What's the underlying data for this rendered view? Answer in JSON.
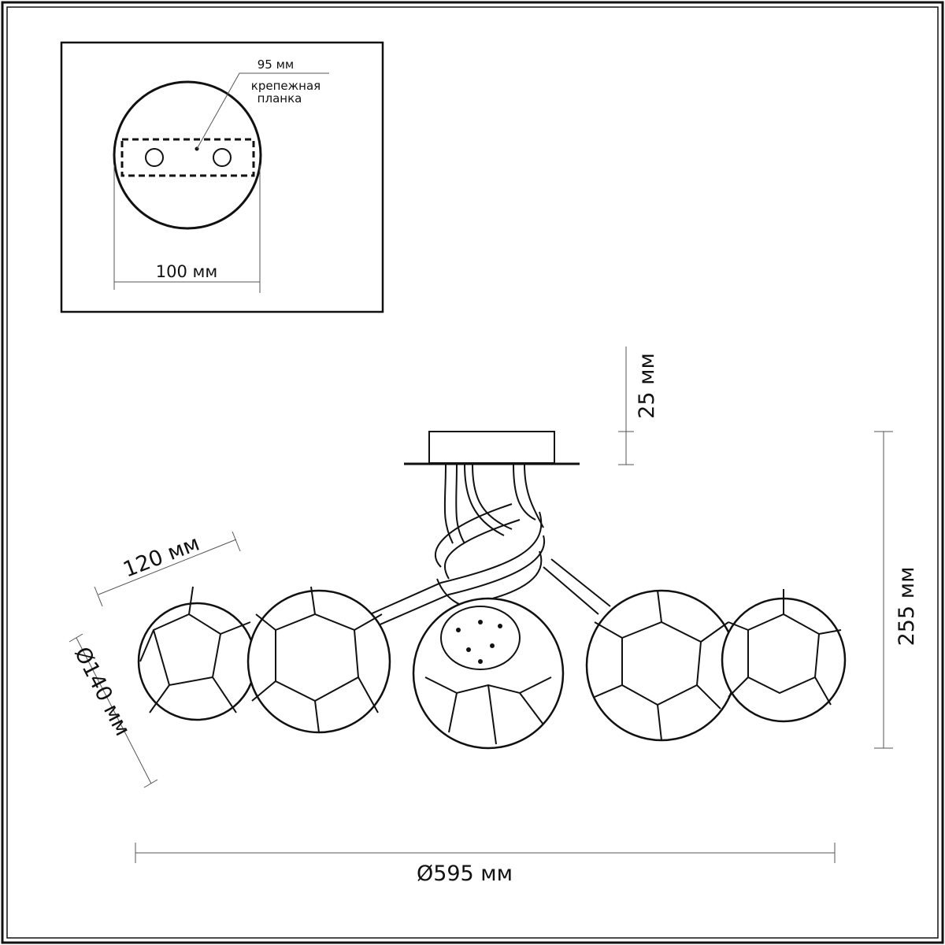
{
  "inset": {
    "bracket_label_line1": "крепежная",
    "bracket_label_line2": "планка",
    "bracket_length": "95 мм",
    "canopy_diameter": "100 мм"
  },
  "dimensions": {
    "canopy_height": "25 мм",
    "total_height": "255 мм",
    "arm_length": "120 мм",
    "shade_diameter": "Ø140 мм",
    "total_diameter": "Ø595 мм"
  }
}
